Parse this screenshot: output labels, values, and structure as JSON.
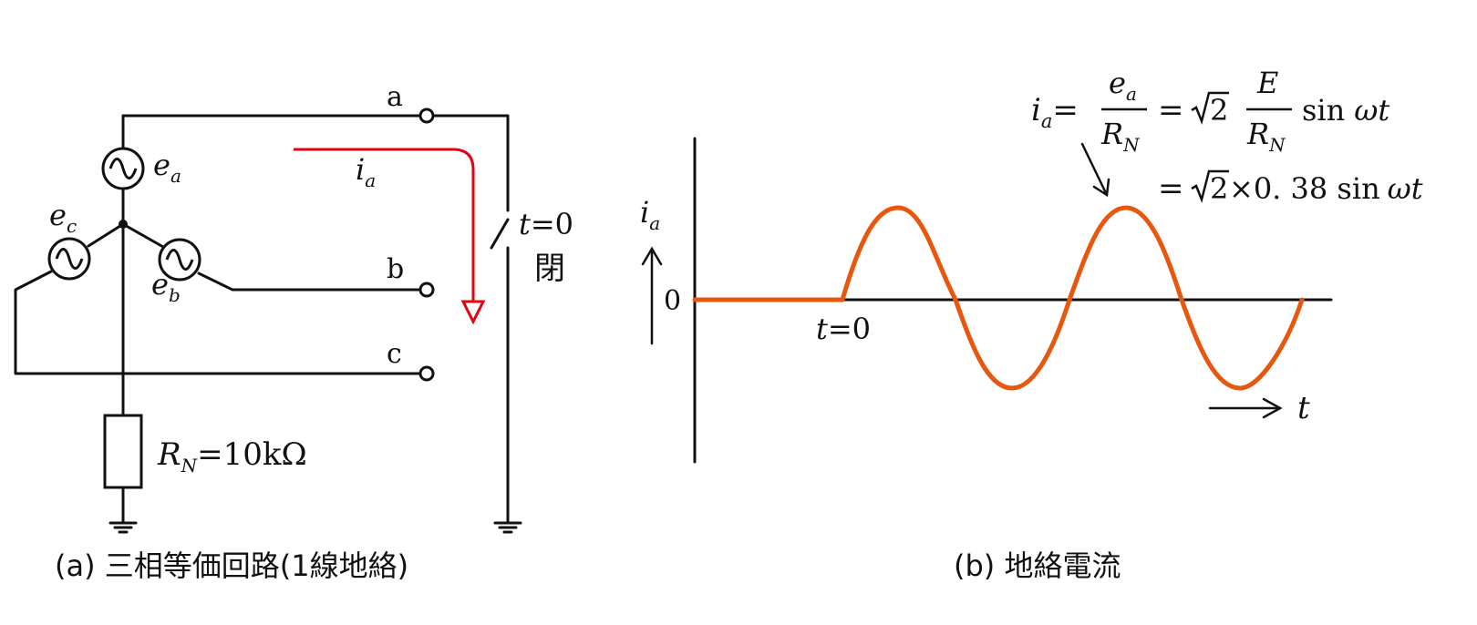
{
  "colors": {
    "line": "#111111",
    "current_arrow": "#e60012",
    "wave": "#e8570e"
  },
  "circuit": {
    "terminals": {
      "a": "a",
      "b": "b",
      "c": "c"
    },
    "sources": {
      "ea_sym": "e",
      "ea_sub": "a",
      "eb_sym": "e",
      "eb_sub": "b",
      "ec_sym": "e",
      "ec_sub": "c"
    },
    "current": {
      "sym": "i",
      "sub": "a"
    },
    "switch": {
      "t": "t",
      "eq": "=0",
      "state": "閉"
    },
    "resistor": {
      "sym": "R",
      "sub": "N",
      "value": "=10kΩ"
    },
    "caption": "(a) 三相等価回路(1線地絡)"
  },
  "waveform": {
    "yaxis": {
      "sym": "i",
      "sub": "a"
    },
    "zero": "0",
    "xaxis": "t",
    "t0": {
      "t": "t",
      "eq": "=0"
    },
    "formula": {
      "lhs_sym": "i",
      "lhs_sub": "a",
      "eq1": "=",
      "num1_sym": "e",
      "num1_sub": "a",
      "den1_sym": "R",
      "den1_sub": "N",
      "eq2": "=",
      "sqrt2": "2",
      "num2": "E",
      "den2_sym": "R",
      "den2_sub": "N",
      "sin": "sin",
      "omega_t": "ωt",
      "line2_eq": "=",
      "line2_sqrt2": "2",
      "line2_rest": "×0. 38 sin",
      "line2_omega_t": "ωt"
    },
    "caption": "(b) 地絡電流"
  }
}
